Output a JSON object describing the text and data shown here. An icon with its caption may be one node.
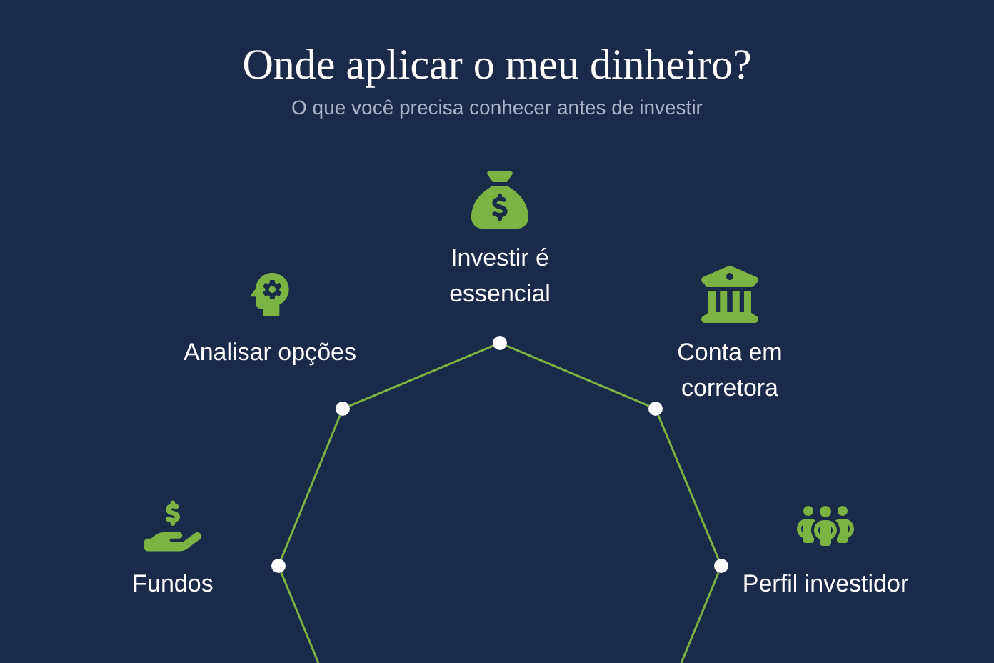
{
  "diagram": {
    "title": "Onde aplicar o meu dinheiro?",
    "caption": "O que você precisa conhecer antes de investir",
    "nodes": [
      {
        "text": [
          "Investir é essencial"
        ]
      },
      {
        "text": [
          "Analisar opções"
        ]
      },
      {
        "text": [
          "Conta em corretora"
        ]
      },
      {
        "text": [
          "Fundos"
        ]
      },
      {
        "text": [
          "Perfil investidor"
        ]
      },
      {
        "text": [],
        "shape": "circle"
      },
      {
        "text": [],
        "shape": "circle"
      },
      {
        "text": [],
        "shape": "circle"
      },
      {
        "text": [],
        "shape": "circle"
      },
      {
        "text": [],
        "shape": "circle"
      }
    ],
    "edges": [
      {
        "from": 6,
        "to": 5,
        "arrow": "none"
      },
      {
        "from": 5,
        "to": 7,
        "arrow": "none"
      },
      {
        "from": 7,
        "to": 9,
        "arrow": "none"
      },
      {
        "from": 6,
        "to": 8,
        "arrow": "none"
      },
      {
        "from": 8,
        "to": null,
        "arrow": "none"
      },
      {
        "from": 9,
        "to": null,
        "arrow": "none"
      }
    ]
  }
}
